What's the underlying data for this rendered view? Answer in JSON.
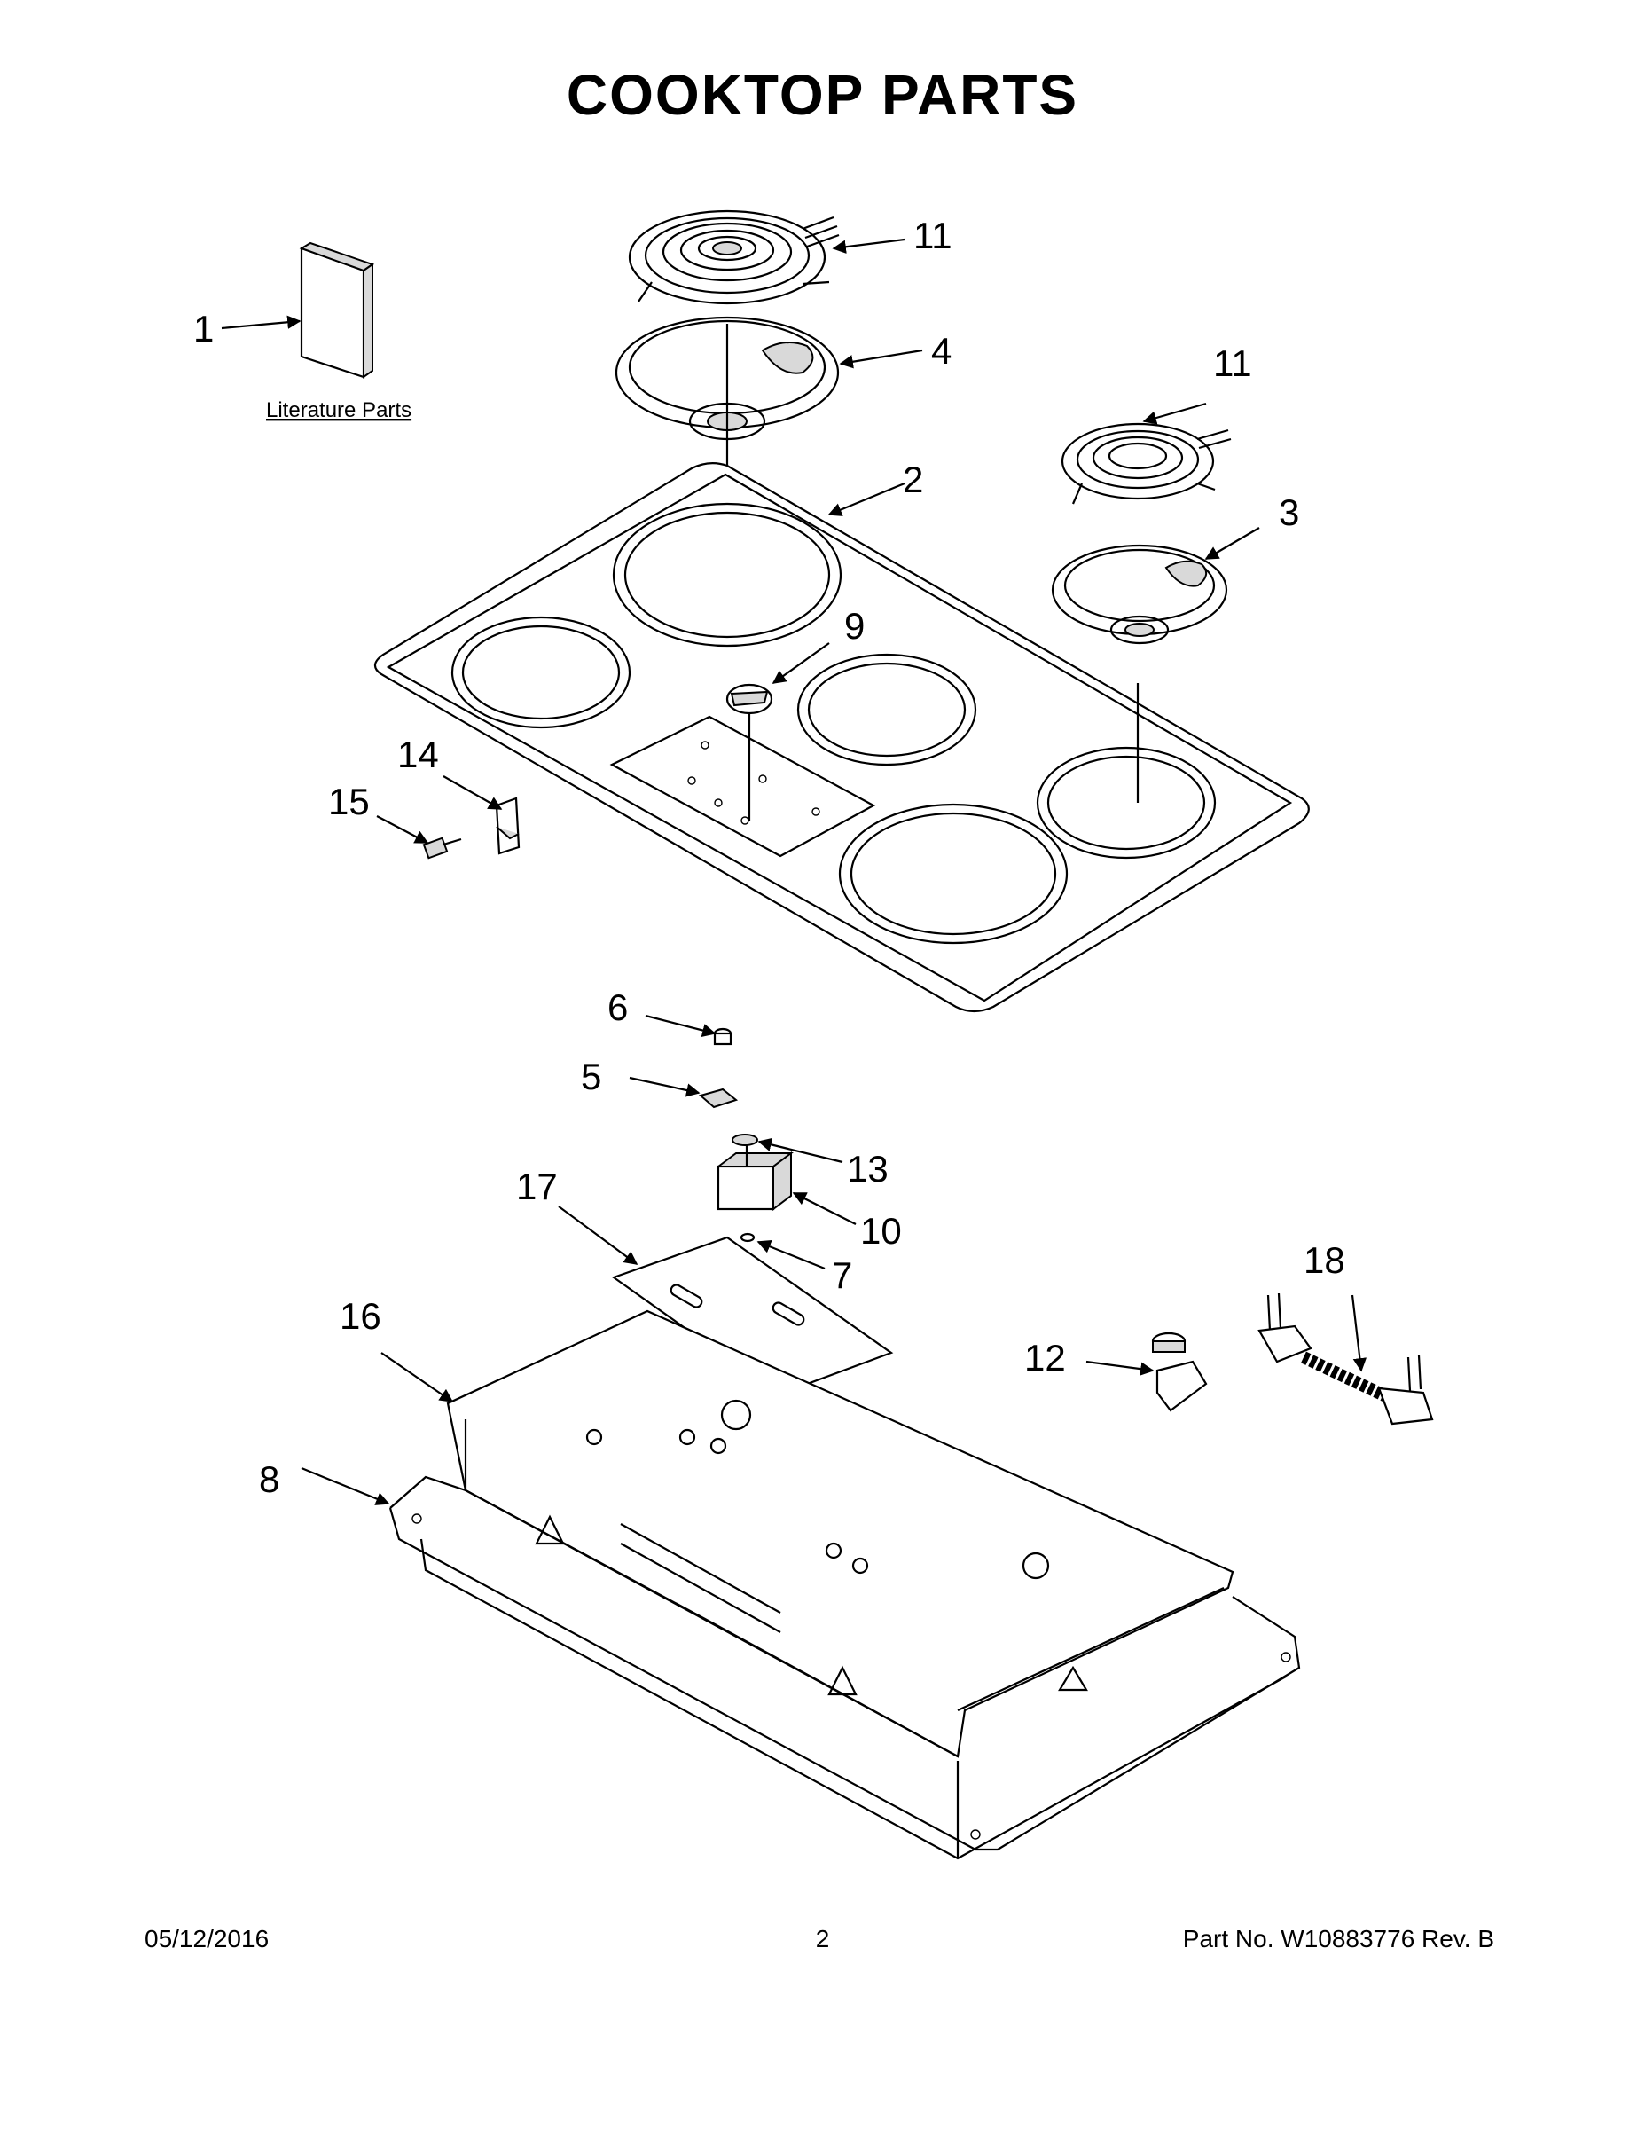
{
  "title": "COOKTOP PARTS",
  "literature_label": "Literature Parts",
  "callouts": [
    "1",
    "2",
    "3",
    "4",
    "5",
    "6",
    "7",
    "8",
    "9",
    "10",
    "11",
    "11",
    "12",
    "13",
    "14",
    "15",
    "16",
    "17",
    "18"
  ],
  "footer": {
    "date": "05/12/2016",
    "page": "2",
    "part": "Part No.  W10883776  Rev.  B"
  }
}
